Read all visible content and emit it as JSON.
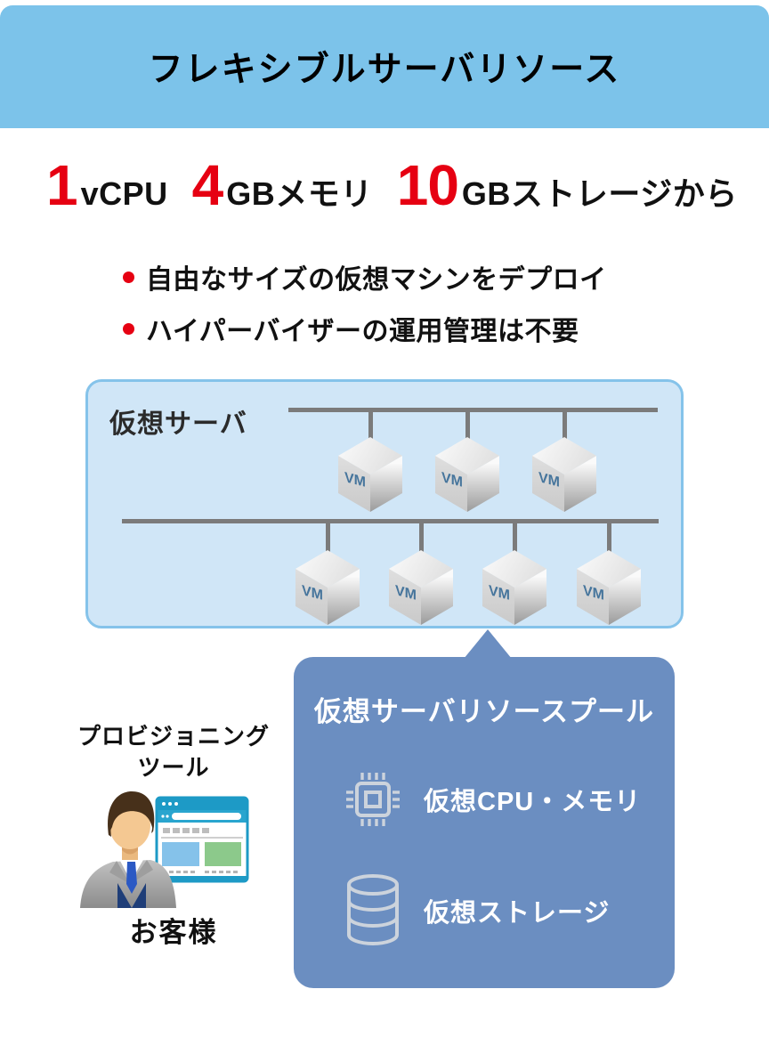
{
  "header": {
    "title": "フレキシブルサーバリソース",
    "bg_color": "#7cc3ea"
  },
  "specs": {
    "accent_color": "#e60012",
    "items": [
      {
        "value": "1",
        "unit": "vCPU"
      },
      {
        "value": "4",
        "unit": "GBメモリ"
      },
      {
        "value": "10",
        "unit": "GBストレージから"
      }
    ]
  },
  "bullets": [
    "自由なサイズの仮想マシンをデプロイ",
    "ハイパーバイザーの運用管理は不要"
  ],
  "vm_box": {
    "label": "仮想サーバ",
    "vm_text": "VM",
    "fill_color": "#d0e6f7",
    "border_color": "#85c3ea",
    "row1_vm_count": 3,
    "row2_vm_count": 4
  },
  "pool_box": {
    "title": "仮想サーバリソースプール",
    "bg_color": "#6b8ec1",
    "items": [
      {
        "icon": "cpu-chip-icon",
        "label": "仮想CPU・メモリ"
      },
      {
        "icon": "database-icon",
        "label": "仮想ストレージ"
      }
    ]
  },
  "customer": {
    "tool_label_line1": "プロビジョニング",
    "tool_label_line2": "ツール",
    "name": "お客様"
  }
}
